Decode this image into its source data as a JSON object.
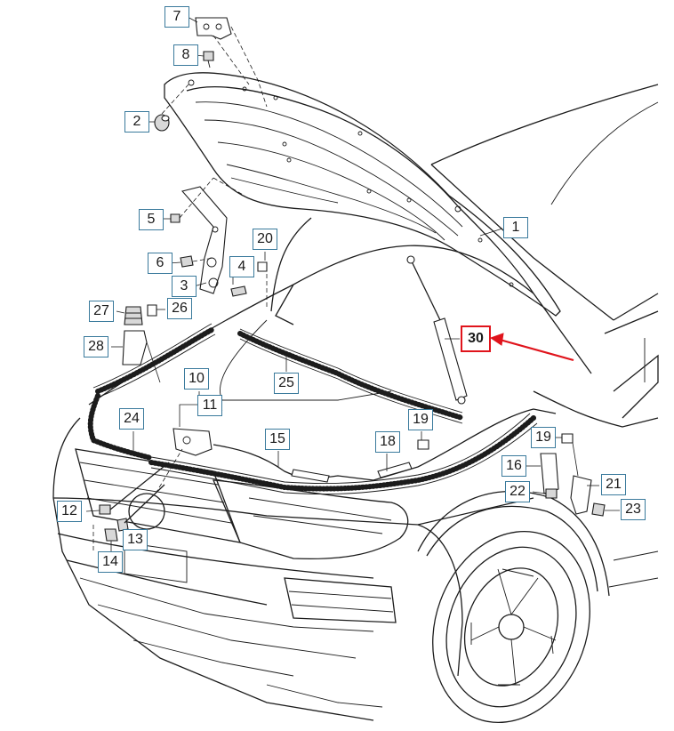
{
  "diagram": {
    "highlight_color": "#e0141c",
    "label_border_color": "#3a7a9c",
    "labels": [
      {
        "id": "p7",
        "text": "7"
      },
      {
        "id": "p8",
        "text": "8"
      },
      {
        "id": "p2",
        "text": "2"
      },
      {
        "id": "p5",
        "text": "5"
      },
      {
        "id": "p6",
        "text": "6"
      },
      {
        "id": "p4",
        "text": "4"
      },
      {
        "id": "p3",
        "text": "3"
      },
      {
        "id": "p20",
        "text": "20"
      },
      {
        "id": "p27",
        "text": "27"
      },
      {
        "id": "p26",
        "text": "26"
      },
      {
        "id": "p28",
        "text": "28"
      },
      {
        "id": "p1",
        "text": "1"
      },
      {
        "id": "p30",
        "text": "30"
      },
      {
        "id": "p25",
        "text": "25"
      },
      {
        "id": "p10",
        "text": "10"
      },
      {
        "id": "p11",
        "text": "11"
      },
      {
        "id": "p24",
        "text": "24"
      },
      {
        "id": "p19a",
        "text": "19"
      },
      {
        "id": "p15",
        "text": "15"
      },
      {
        "id": "p18",
        "text": "18"
      },
      {
        "id": "p19b",
        "text": "19"
      },
      {
        "id": "p16",
        "text": "16"
      },
      {
        "id": "p21",
        "text": "21"
      },
      {
        "id": "p22",
        "text": "22"
      },
      {
        "id": "p23",
        "text": "23"
      },
      {
        "id": "p12",
        "text": "12"
      },
      {
        "id": "p13",
        "text": "13"
      },
      {
        "id": "p14",
        "text": "14"
      }
    ]
  }
}
